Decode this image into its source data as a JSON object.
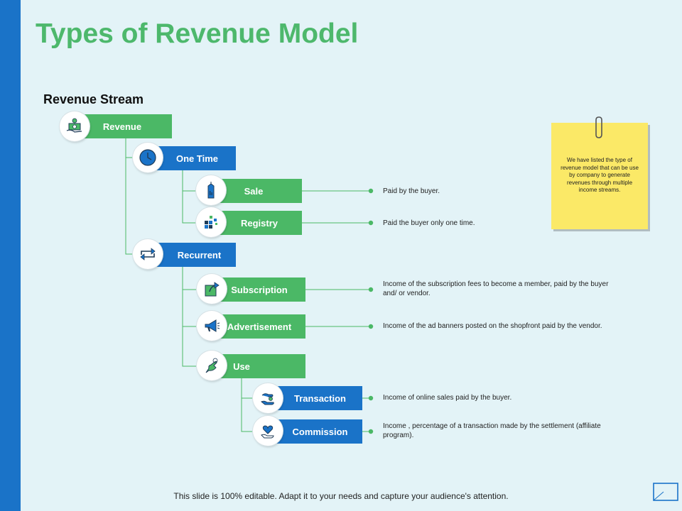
{
  "title": "Types of Revenue Model",
  "section_title": "Revenue Stream",
  "nodes": {
    "revenue": "Revenue",
    "one_time": "One Time",
    "sale": "Sale",
    "registry": "Registry",
    "recurrent": "Recurrent",
    "subscription": "Subscription",
    "advertisement": "Advertisement",
    "use": "Use",
    "transaction": "Transaction",
    "commission": "Commission"
  },
  "descriptions": {
    "sale": "Paid by the buyer.",
    "registry": "Paid the buyer only one time.",
    "subscription_line1": "Income of the subscription fees to become a member, paid by the buyer",
    "subscription_line2": "and/ or vendor.",
    "advertisement": "Income of the ad banners posted on the shopfront paid by the vendor.",
    "transaction": "Income of online sales paid by the buyer.",
    "commission_line1": "Income , percentage of a transaction made by the settlement (affiliate",
    "commission_line2": "program)."
  },
  "note": "We have listed the type of revenue model that can be use by company to generate revenues through multiple income streams.",
  "footer": "This slide is 100% editable. Adapt it to your needs and capture your audience's attention.",
  "colors": {
    "green": "#4bb866",
    "blue": "#1a73c8",
    "title_green": "#4db86c",
    "note_yellow": "#fbe967",
    "background": "#e3f3f7"
  },
  "icons": {
    "revenue": "money-hand-icon",
    "one_time": "clock-icon",
    "sale": "price-tag-icon",
    "registry": "grid-blocks-icon",
    "recurrent": "repeat-arrows-icon",
    "subscription": "share-arrow-icon",
    "advertisement": "megaphone-icon",
    "use": "hand-pointer-icon",
    "transaction": "hand-coin-icon",
    "commission": "heart-hand-icon"
  }
}
